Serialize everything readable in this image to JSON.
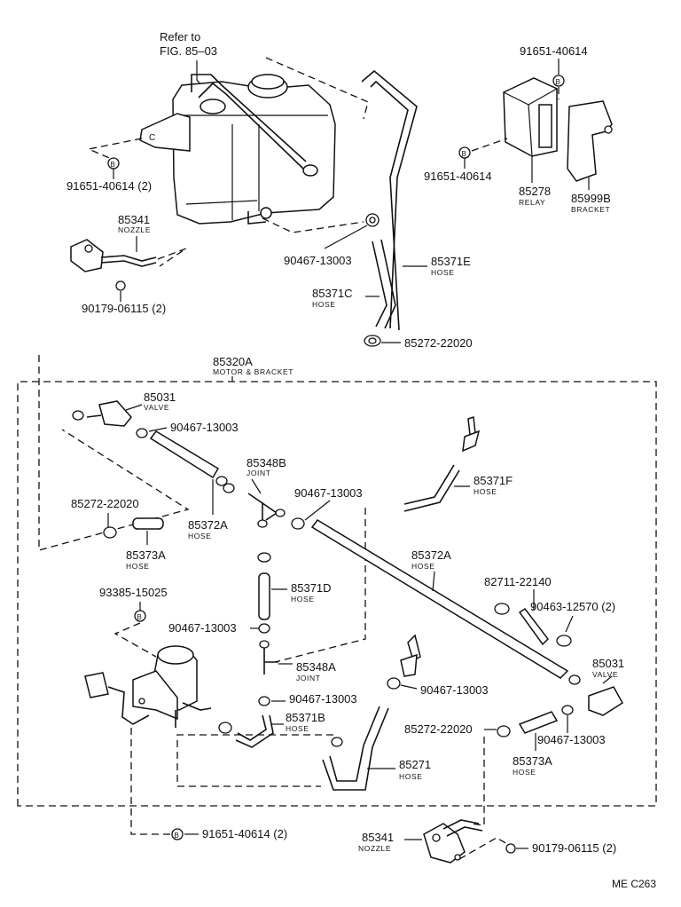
{
  "reference": {
    "line1": "Refer to",
    "line2": "FIG. 85–03"
  },
  "labels": {
    "p91651_top": "91651-40614",
    "p91651_mid": "91651-40614",
    "p85278": "85278",
    "p85278_sub": "RELAY",
    "p85999b": "85999B",
    "p85999b_sub": "BRACKET",
    "p91651_left": "91651-40614 (2)",
    "p85341_top": "85341",
    "p85341_top_sub": "NOZZLE",
    "p90179_top": "90179-06115 (2)",
    "p90467_a": "90467-13003",
    "p85371e": "85371E",
    "p85371e_sub": "HOSE",
    "p85371c": "85371C",
    "p85371c_sub": "HOSE",
    "p85272_a": "85272-22020",
    "p85320a": "85320A",
    "p85320a_sub": "MOTOR & BRACKET",
    "p85031_a": "85031",
    "p85031_a_sub": "VALVE",
    "p90467_b": "90467-13003",
    "p85348b": "85348B",
    "p85348b_sub": "JOINT",
    "p90467_c": "90467-13003",
    "p85371f": "85371F",
    "p85371f_sub": "HOSE",
    "p85272_b": "85272-22020",
    "p85372a_left": "85372A",
    "p85372a_left_sub": "HOSE",
    "p85373a_left": "85373A",
    "p85373a_left_sub": "HOSE",
    "p85372a_right": "85372A",
    "p85372a_right_sub": "HOSE",
    "p85371d": "85371D",
    "p85371d_sub": "HOSE",
    "p82711": "82711-22140",
    "p93385": "93385-15025",
    "p90463": "90463-12570 (2)",
    "p90467_d": "90467-13003",
    "p85348a": "85348A",
    "p85348a_sub": "JOINT",
    "p85031_b": "85031",
    "p85031_b_sub": "VALVE",
    "p90467_e": "90467-13003",
    "p90467_f": "90467-13003",
    "p85371b": "85371B",
    "p85371b_sub": "HOSE",
    "p85272_c": "85272-22020",
    "p90467_g": "90467-13003",
    "p85373a_right": "85373A",
    "p85373a_right_sub": "HOSE",
    "p85271": "85271",
    "p85271_sub": "HOSE",
    "p91651_bottom": "91651-40614 (2)",
    "p85341_bottom": "85341",
    "p85341_bottom_sub": "NOZZLE",
    "p90179_bottom": "90179-06115 (2)",
    "figure_code": "ME C263"
  },
  "icons": {
    "bolt_marker": "B"
  }
}
